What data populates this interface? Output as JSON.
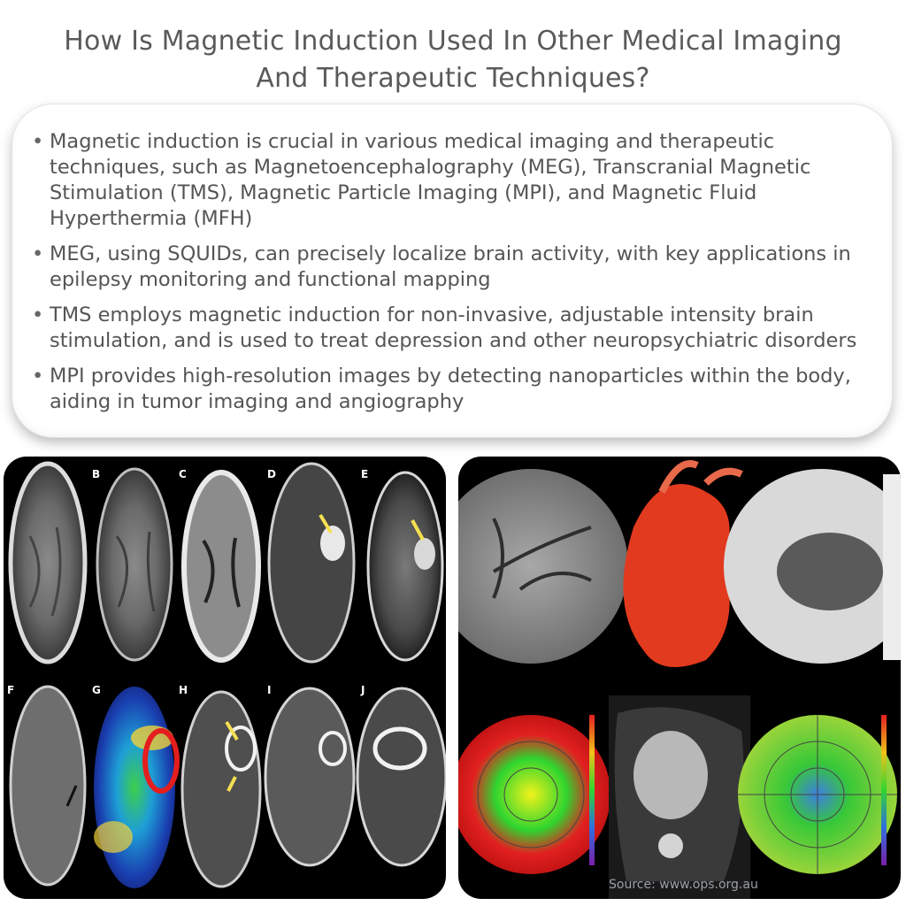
{
  "page": {
    "title_line1": "How Is Magnetic Induction Used In Other Medical Imaging",
    "title_line2": "And Therapeutic Techniques?"
  },
  "bullets": [
    "Magnetic induction is crucial in various medical imaging and therapeutic techniques, such as Magnetoencephalography (MEG), Transcranial Magnetic Stimulation (TMS), Magnetic Particle Imaging (MPI), and Magnetic Fluid Hyperthermia (MFH)",
    "MEG, using SQUIDs, can precisely localize brain activity, with key applications in epilepsy monitoring and functional mapping",
    "TMS employs magnetic induction for non-invasive, adjustable intensity brain stimulation, and is used to treat depression and other neuropsychiatric disorders",
    "MPI provides high-resolution images by detecting nanoparticles within the body, aiding in tumor imaging and angiography"
  ],
  "left_panel": {
    "labels": [
      "B",
      "C",
      "D",
      "E",
      "F",
      "G",
      "H",
      "I",
      "J"
    ]
  },
  "right_panel": {
    "source_text": "Source: www.ops.org.au"
  },
  "colors": {
    "title": "#5a5a5a",
    "text": "#555555",
    "panel_bg": "#000000",
    "annotation_arrow": "#f5e050",
    "heart_red": "#e23a1e"
  }
}
